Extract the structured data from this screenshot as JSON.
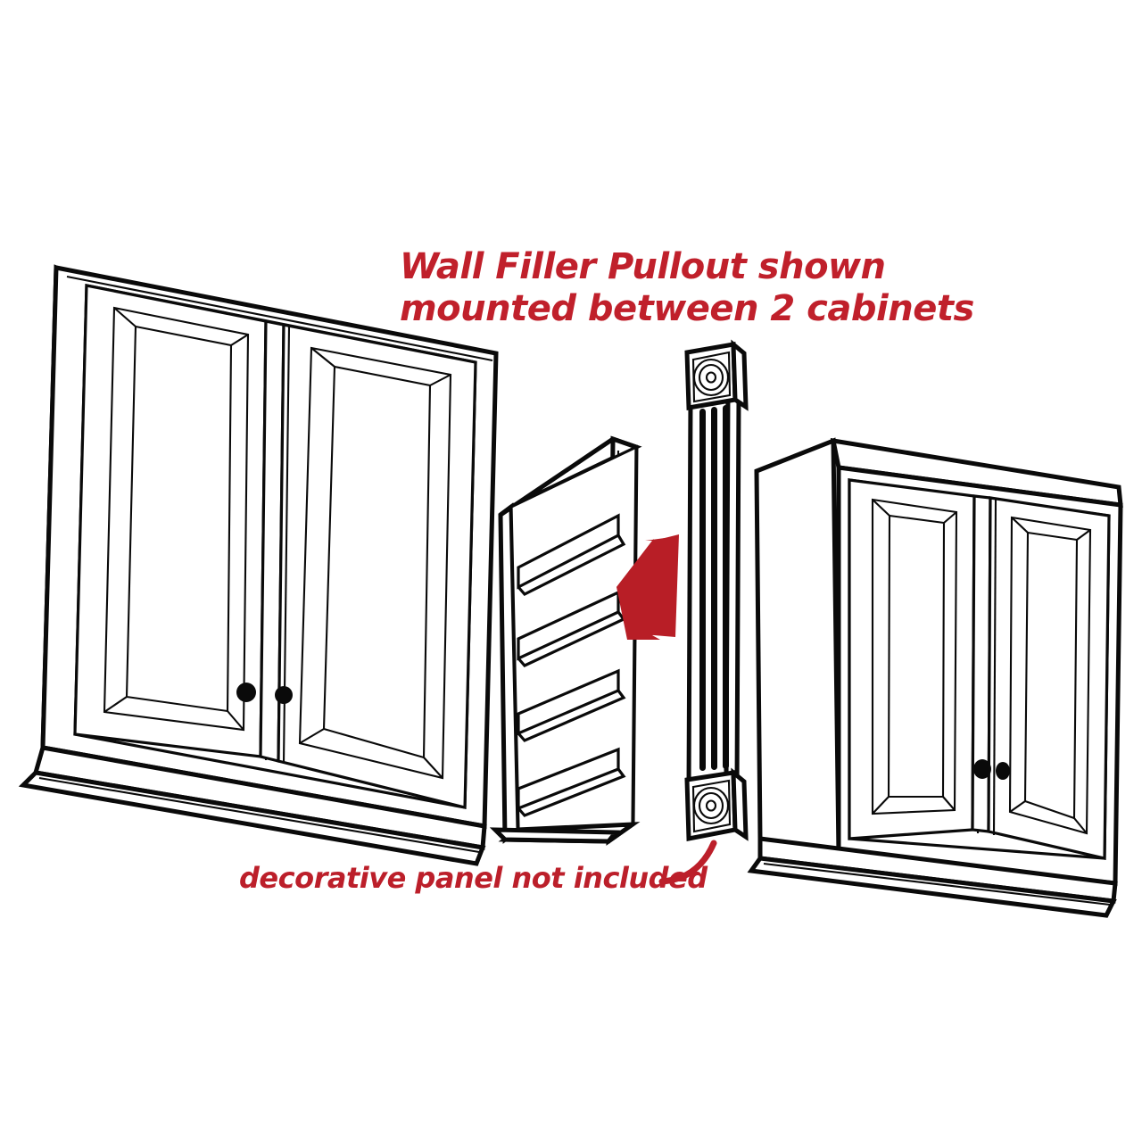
{
  "illustration": {
    "type": "line-drawing",
    "subject": "Wall Filler Pullout shown mounted between 2 cabinets",
    "background_color": "#FFFFFF",
    "line_color": "#0A0A0A",
    "accent_red": "#B81E26",
    "text_red": "#C0202B"
  },
  "annotations": {
    "title_line_1": "Wall Filler Pullout shown",
    "title_line_2": "mounted between 2 cabinets",
    "panel_note": "decorative panel not included"
  },
  "components": {
    "left_cabinet": {
      "name": "Left wall cabinet",
      "doors": 2,
      "door_style": "raised panel with beveled frame",
      "knobs": 2,
      "knob_color": "#0A0A0A"
    },
    "pullout_rack": {
      "name": "Wall filler pullout rack",
      "shelves": 4,
      "shelf_rails": true
    },
    "decorative_panel": {
      "name": "Decorative fluted filler panel",
      "flutes": 3,
      "rosette_blocks": 2,
      "rosette_rings": 3,
      "included": false
    },
    "right_cabinet": {
      "name": "Right wall cabinet",
      "doors": 2,
      "door_style": "raised panel with beveled frame",
      "knobs": 2,
      "knob_color": "#0A0A0A"
    },
    "motion_arrow": {
      "name": "Installation direction arrow",
      "direction": "left",
      "color": "#B81E26"
    },
    "pointer_line": {
      "name": "Curved pointer from note to panel",
      "color": "#BC1F2A"
    }
  }
}
